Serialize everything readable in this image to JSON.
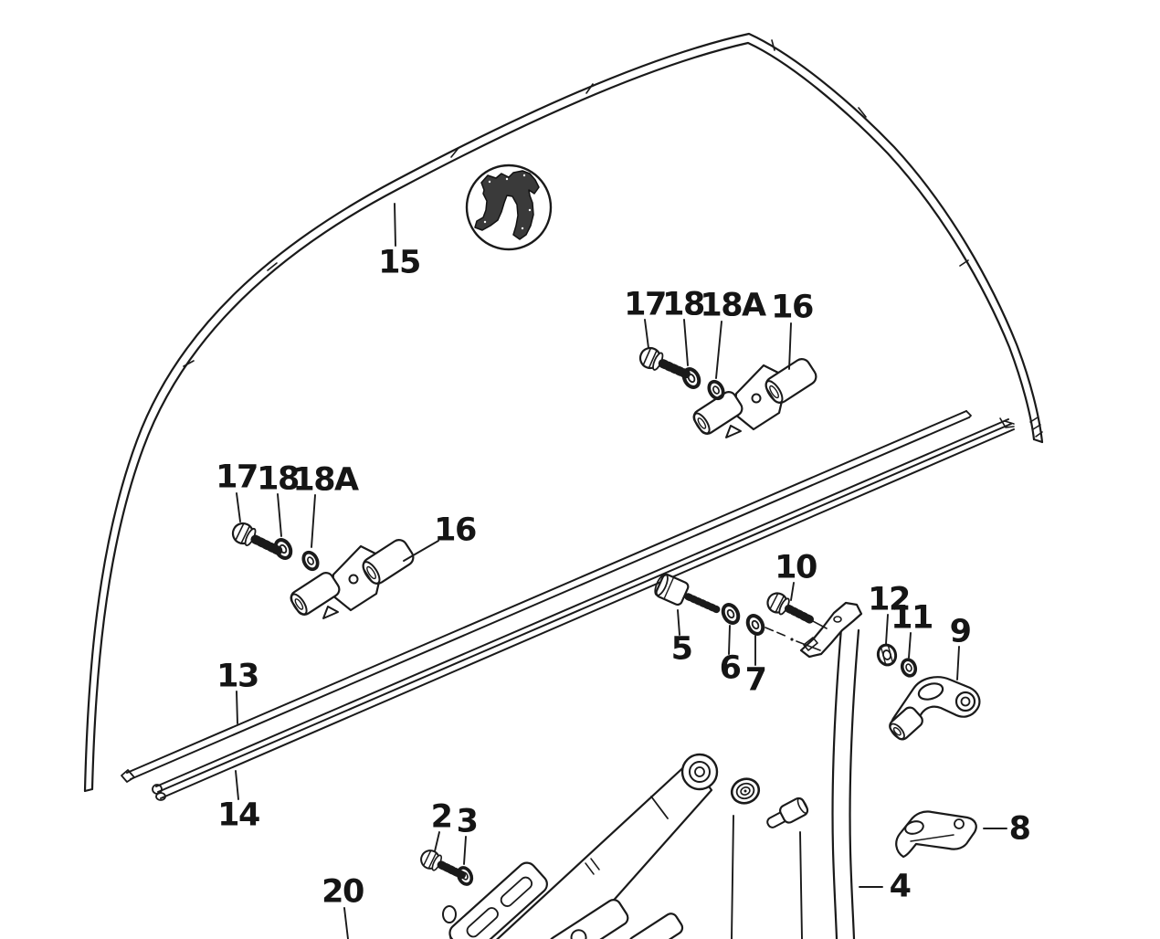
{
  "diagram": {
    "background": "#ffffff",
    "ink": "#1a1a1a",
    "callouts": [
      {
        "label": "15"
      },
      {
        "label": "17"
      },
      {
        "label": "18"
      },
      {
        "label": "18A"
      },
      {
        "label": "16"
      },
      {
        "label": "17"
      },
      {
        "label": "18"
      },
      {
        "label": "18A"
      },
      {
        "label": "16"
      },
      {
        "label": "13"
      },
      {
        "label": "14"
      },
      {
        "label": "10"
      },
      {
        "label": "5"
      },
      {
        "label": "6"
      },
      {
        "label": "7"
      },
      {
        "label": "12"
      },
      {
        "label": "11"
      },
      {
        "label": "9"
      },
      {
        "label": "2"
      },
      {
        "label": "3"
      },
      {
        "label": "20"
      },
      {
        "label": "8"
      },
      {
        "label": "4"
      }
    ]
  }
}
